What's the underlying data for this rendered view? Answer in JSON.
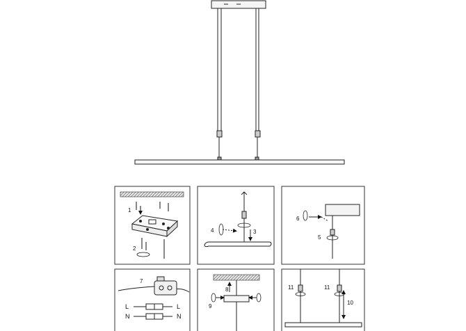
{
  "panels": [
    {
      "id": "p1",
      "steps": [
        "1",
        "2"
      ]
    },
    {
      "id": "p2",
      "steps": [
        "4",
        "3"
      ]
    },
    {
      "id": "p3",
      "steps": [
        "6",
        "5"
      ]
    },
    {
      "id": "p4",
      "steps": [
        "7"
      ],
      "wires": [
        "L",
        "N"
      ]
    },
    {
      "id": "p5",
      "steps": [
        "8",
        "9"
      ]
    },
    {
      "id": "p6",
      "steps": [
        "11",
        "11",
        "10"
      ]
    }
  ],
  "colors": {
    "line": "#222222",
    "hatch": "#555555",
    "panel_border": "#333333"
  }
}
